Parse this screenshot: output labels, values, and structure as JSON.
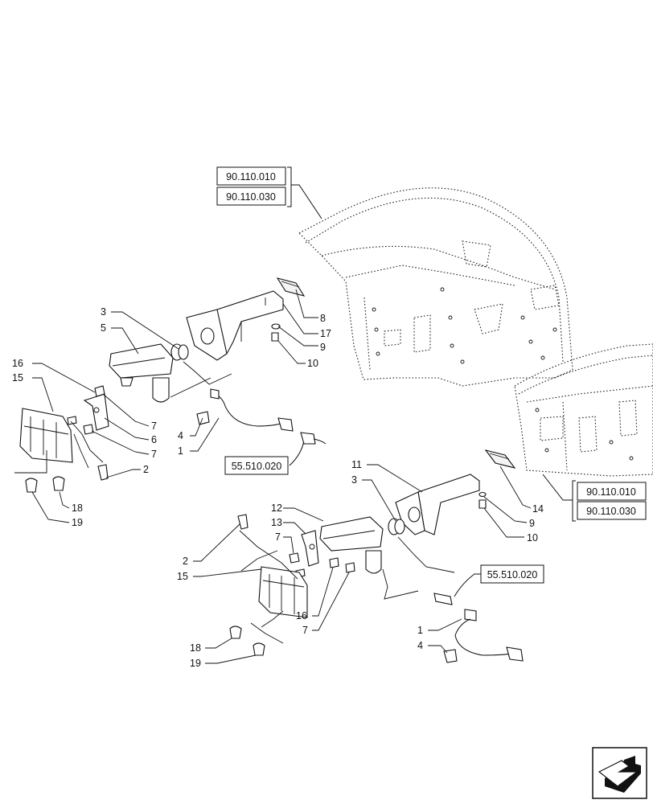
{
  "refs": {
    "ref_top_1": "90.110.010",
    "ref_top_2": "90.110.030",
    "ref_right_1": "90.110.010",
    "ref_right_2": "90.110.030",
    "ref_wiring_left": "55.510.020",
    "ref_wiring_right": "55.510.020"
  },
  "callouts_upper": {
    "c3": "3",
    "c5": "5",
    "c8": "8",
    "c17": "17",
    "c9": "9",
    "c10": "10",
    "c16": "16",
    "c15": "15",
    "c7a": "7",
    "c6": "6",
    "c7b": "7",
    "c4": "4",
    "c1": "1",
    "c2": "2",
    "c18": "18",
    "c19": "19"
  },
  "callouts_lower": {
    "c11": "11",
    "c3": "3",
    "c12": "12",
    "c13": "13",
    "c7a": "7",
    "c2": "2",
    "c15": "15",
    "c16": "16",
    "c7b": "7",
    "c14": "14",
    "c9": "9",
    "c10": "10",
    "c1": "1",
    "c4": "4",
    "c18": "18",
    "c19": "19"
  },
  "icons": {
    "nav": "next-page-arrow-icon"
  }
}
